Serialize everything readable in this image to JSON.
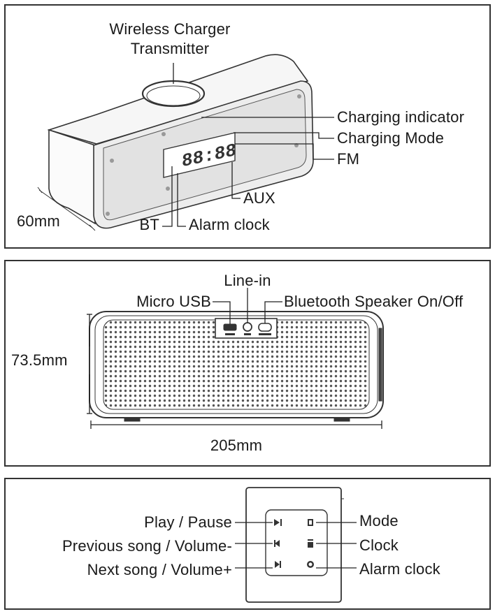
{
  "panel1": {
    "wireless_line1": "Wireless Charger",
    "wireless_line2": "Transmitter",
    "charging_indicator": "Charging indicator",
    "charging_mode": "Charging Mode",
    "fm": "FM",
    "aux": "AUX",
    "bt": "BT",
    "alarm_clock": "Alarm clock",
    "depth": "60mm",
    "display_text": "88:88"
  },
  "panel2": {
    "line_in": "Line-in",
    "micro_usb": "Micro USB",
    "bluetooth_switch": "Bluetooth Speaker On/Off",
    "height": "73.5mm",
    "width": "205mm"
  },
  "panel3": {
    "play_pause": "Play / Pause",
    "previous_volume": "Previous song / Volume-",
    "next_volume": "Next song / Volume+",
    "mode": "Mode",
    "clock": "Clock",
    "alarm_clock": "Alarm clock"
  }
}
